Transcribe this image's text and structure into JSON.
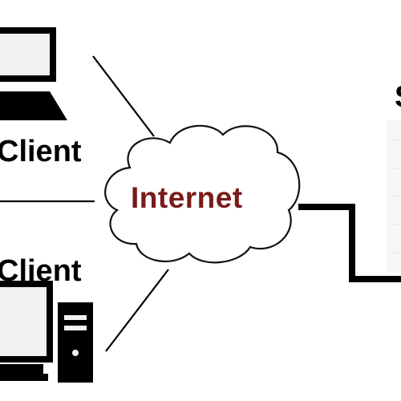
{
  "diagram": {
    "nodes": {
      "client_top_label": "Client",
      "client_bottom_label": "Client",
      "internet_label": "Internet",
      "server_label_partial": "S"
    },
    "icons": {
      "laptop": "laptop-icon",
      "desktop": "desktop-computer-icon",
      "cloud": "cloud-icon",
      "server": "server-icon"
    },
    "colors": {
      "internet_text": "#7a1a1a",
      "lines": "#000000",
      "background": "#ffffff"
    }
  }
}
